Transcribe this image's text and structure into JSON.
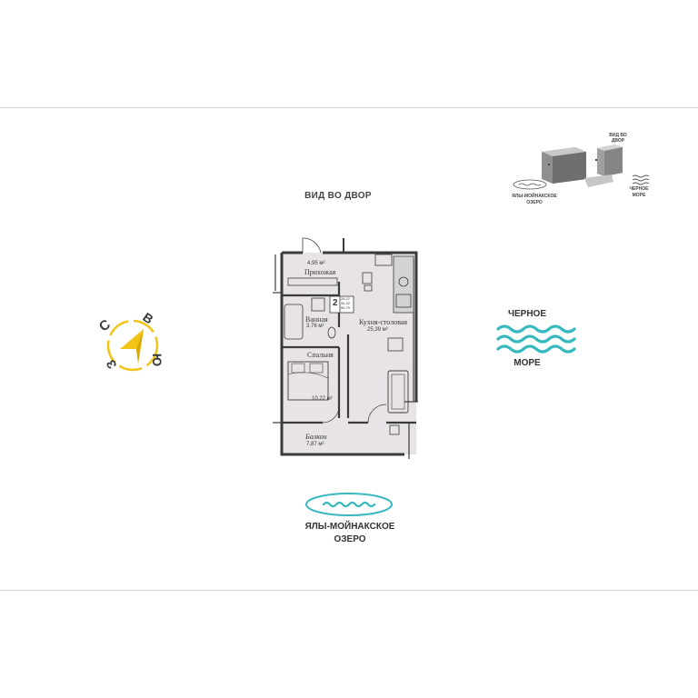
{
  "orientation": {
    "view_label": "ВИД ВО ДВОР",
    "sea_title": "ЧЕРНОЕ",
    "sea_subtitle": "МОРЕ",
    "lake_line1": "ЯЛЫ-МОЙНАКСКОЕ",
    "lake_line2": "ОЗЕРО"
  },
  "compass": {
    "north": "С",
    "east": "В",
    "south": "Ю",
    "west": "З",
    "accent_color": "#f2c418"
  },
  "mini_map": {
    "view_label_1": "ВИД ВО",
    "view_label_2": "ДВОР",
    "lake_label_1": "ЯЛЫ-МОЙНАКСКОЕ",
    "lake_label_2": "ОЗЕРО",
    "sea_label_1": "ЧЕРНОЕ",
    "sea_label_2": "МОРЕ"
  },
  "plan": {
    "badge": "2",
    "badge_lines": [
      "28,22",
      "44,32",
      "50,79"
    ],
    "rooms": [
      {
        "name": "Прихожая",
        "area": "4,95 м²"
      },
      {
        "name": "Ванная",
        "area": "3,76 м²"
      },
      {
        "name": "Кухня-столовая",
        "area": "25,39 м²"
      },
      {
        "name": "Спальня",
        "area": "10,22 м²"
      },
      {
        "name": "Балкон",
        "area": "7,87 м²"
      }
    ]
  },
  "colors": {
    "water": "#38b8bf",
    "plan_fill": "#e7e3e6",
    "wall": "#3b3b3b"
  }
}
